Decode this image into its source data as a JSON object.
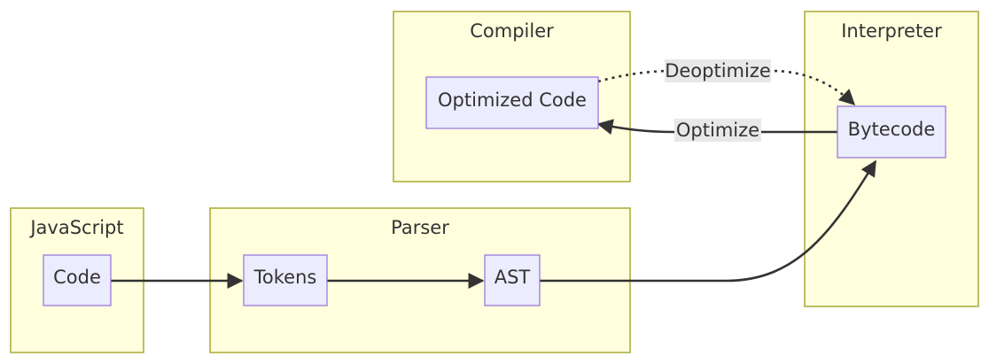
{
  "clusters": {
    "compiler": "Compiler",
    "interpreter": "Interpreter",
    "javascript": "JavaScript",
    "parser": "Parser"
  },
  "nodes": {
    "optimized_code": "Optimized Code",
    "bytecode": "Bytecode",
    "code": "Code",
    "tokens": "Tokens",
    "ast": "AST"
  },
  "edges": {
    "deoptimize": "Deoptimize",
    "optimize": "Optimize"
  },
  "colors": {
    "cluster_fill": "#ffffde",
    "cluster_stroke": "#aaaa33",
    "node_fill": "#ececff",
    "node_stroke": "#9370db",
    "edge": "#333333",
    "edge_label_bg": "#e8e8e8"
  }
}
